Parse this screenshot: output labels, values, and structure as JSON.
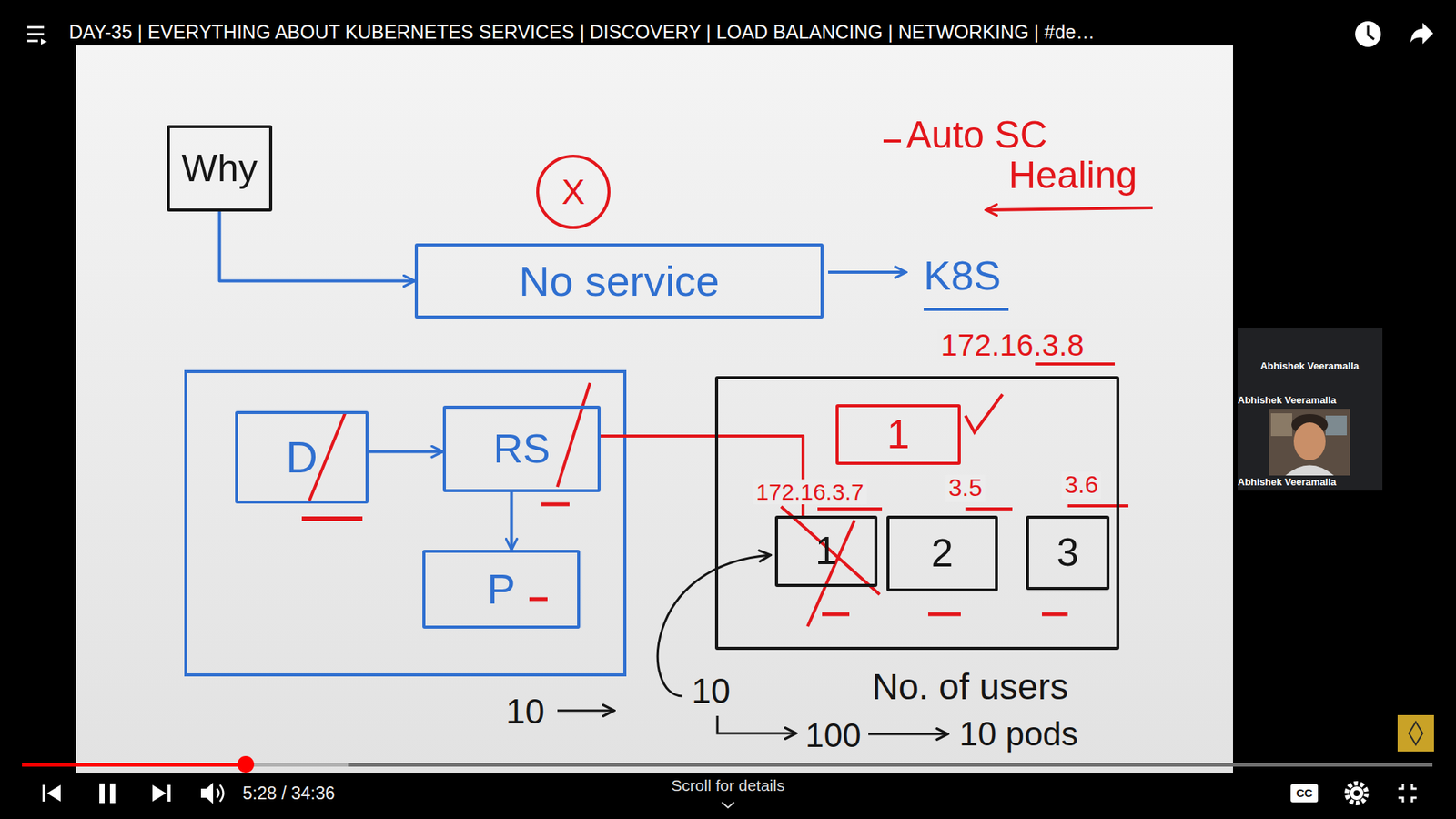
{
  "diagram": {
    "title": "DAY-35 | EVERYTHING ABOUT KUBERNETES SERVICES | DISCOVERY | LOAD BALANCING | NETWORKING | #de…",
    "nodes": [
      {
        "text": [
          "Why"
        ]
      },
      {
        "text": [
          "X"
        ]
      },
      {
        "text": [
          "No service"
        ]
      },
      {
        "text": [
          "D"
        ]
      },
      {
        "text": [
          "RS"
        ]
      },
      {
        "text": [
          "P"
        ]
      },
      {
        "text": [
          "172.16.3.8"
        ]
      },
      {
        "text": [
          "1"
        ],
        "in": 6
      },
      {
        "text": [
          "172.16.3.7",
          "1"
        ],
        "in": 6
      },
      {
        "text": [
          "3.5",
          "2"
        ],
        "in": 6
      },
      {
        "text": [
          "3.6",
          "3"
        ],
        "in": 6
      }
    ],
    "edges": [
      {
        "from": 0,
        "to": 2,
        "arrow": "to"
      },
      {
        "from": 3,
        "to": 4,
        "arrow": "to"
      },
      {
        "from": 4,
        "to": 5,
        "arrow": "to"
      },
      {
        "from": 4,
        "to": 8,
        "arrow": "none"
      }
    ],
    "labels": [
      "Auto SC",
      "Healing",
      "K8S",
      "10",
      "10",
      "No. of users",
      "100",
      "10 pods",
      "5:28 / 34:36",
      "Scroll for details",
      "Abhishek Veeramalla",
      "Abhishek Veeramalla",
      "Abhishek Veeramalla",
      "CC"
    ]
  }
}
